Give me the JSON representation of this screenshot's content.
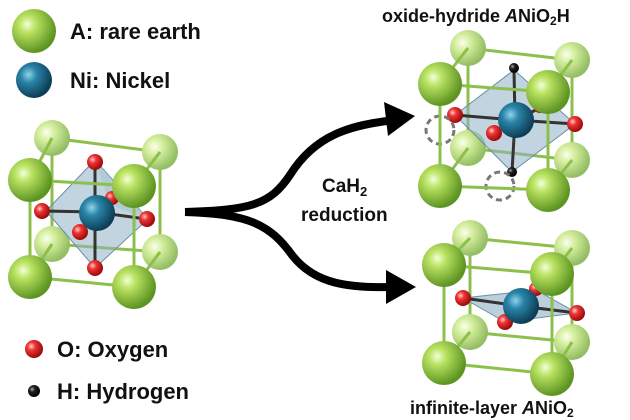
{
  "legend": {
    "rare_earth": "A: rare earth",
    "nickel": "Ni: Nickel",
    "oxygen": "O: Oxygen",
    "hydrogen": "H: Hydrogen"
  },
  "reaction": {
    "reagent_prefix": "CaH",
    "reagent_subscript": "2",
    "process": "reduction"
  },
  "products": {
    "top": {
      "prefix": "oxide-hydride ",
      "formula_A": "A",
      "formula_NiO": "NiO",
      "formula_O_subscript": "2",
      "formula_H": "H"
    },
    "bottom": {
      "prefix": "infinite-layer ",
      "formula_A": "A",
      "formula_NiO": "NiO",
      "formula_O_subscript": "2"
    }
  },
  "colors": {
    "rare_earth": "#8fcb3a",
    "nickel": "#1f6f8b",
    "oxygen": "#e52b2b",
    "hydrogen": "#111111",
    "arrow": "#000000",
    "cube_edge": "#8cc04b"
  }
}
